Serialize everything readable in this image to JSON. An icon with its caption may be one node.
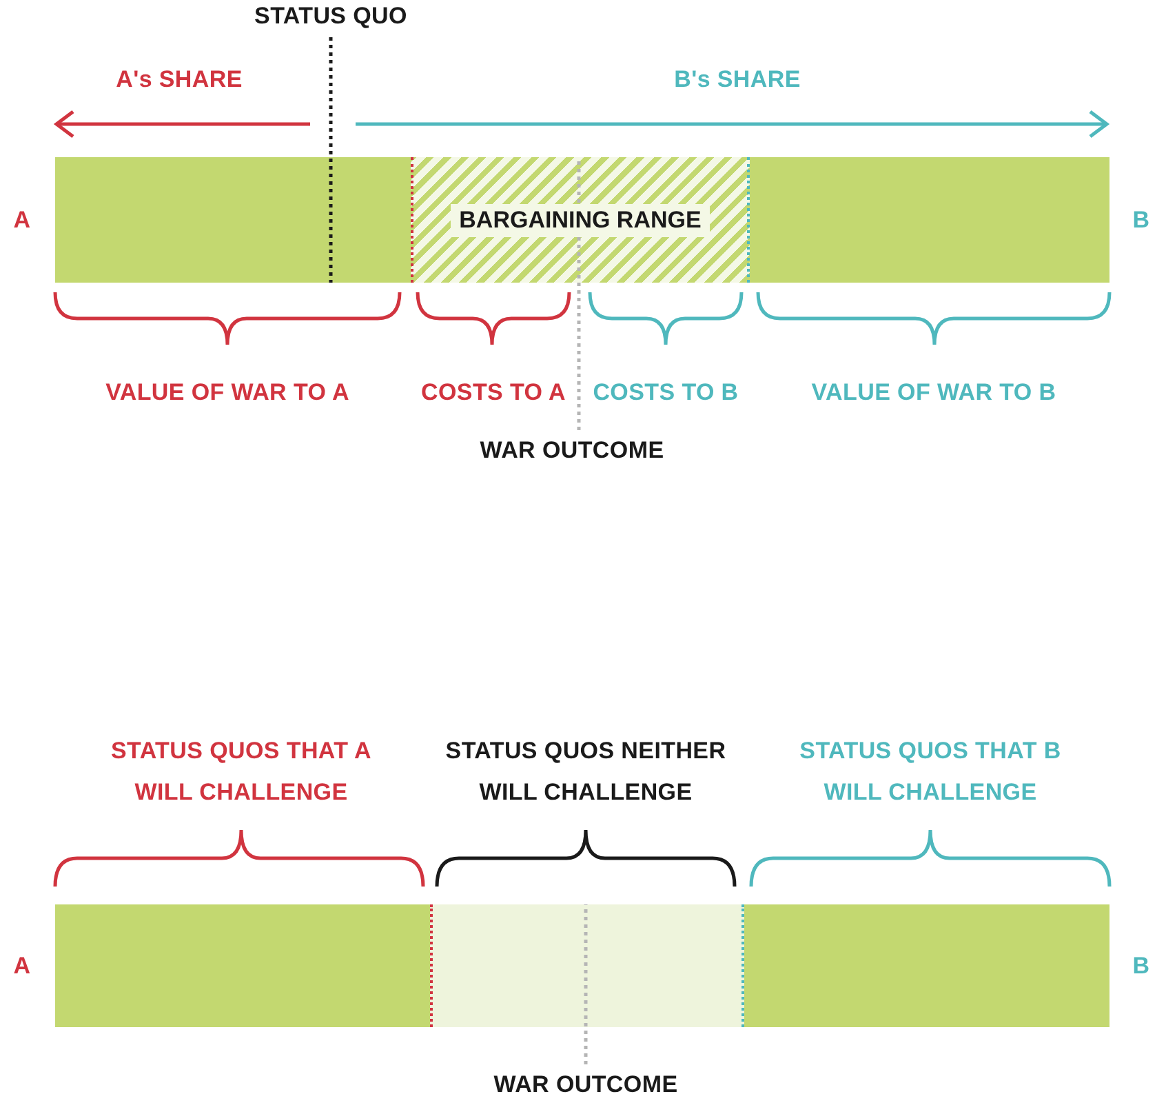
{
  "diagram": {
    "nodes": [
      {
        "text": [],
        "shape": "bar"
      },
      {
        "text": [
          "BARGAINING RANGE"
        ]
      },
      {
        "text": [],
        "shape": "bar"
      },
      {
        "text": [
          "STATUS QUO"
        ]
      },
      {
        "text": [
          "WAR OUTCOME"
        ]
      },
      {
        "text": [],
        "shape": "bar"
      },
      {
        "text": [],
        "shape": "bar"
      },
      {
        "text": [],
        "shape": "bar"
      },
      {
        "text": [
          "WAR OUTCOME"
        ]
      }
    ],
    "edges": [
      {
        "from": 3,
        "to": 0,
        "arrow": "none",
        "style": "dashed",
        "color": "#1a1a1a"
      },
      {
        "from": 4,
        "to": 1,
        "arrow": "none",
        "style": "dashed"
      },
      {
        "from": 8,
        "to": 6,
        "arrow": "none",
        "style": "dashed"
      }
    ],
    "labels": [
      "A's SHARE",
      "B's SHARE",
      "A",
      "B",
      "VALUE OF WAR TO A",
      "COSTS TO A",
      "COSTS TO B",
      "VALUE OF WAR TO B",
      "STATUS QUOS THAT A WILL CHALLENGE",
      "STATUS QUOS NEITHER WILL CHALLENGE",
      "STATUS QUOS THAT B WILL CHALLENGE",
      "A",
      "B"
    ]
  }
}
